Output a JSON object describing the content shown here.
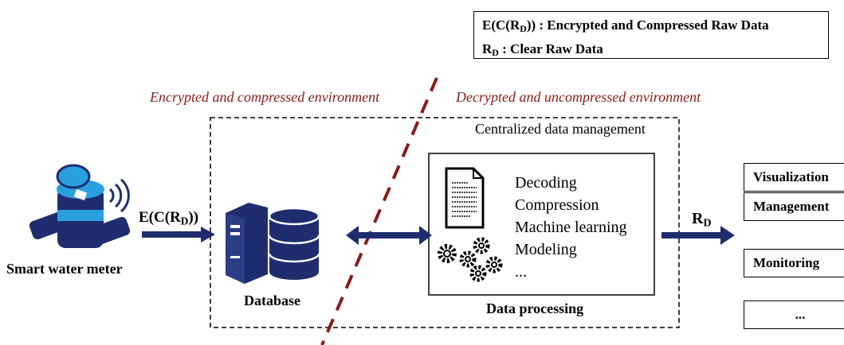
{
  "legend": {
    "line1_prefix": "E(C(R",
    "line1_sub": "D",
    "line1_suffix": ")) : Encrypted and Compressed Raw Data",
    "line2_prefix": "R",
    "line2_sub": "D",
    "line2_suffix": " : Clear Raw Data"
  },
  "environments": {
    "left": "Encrypted and compressed environment",
    "right": "Decrypted and uncompressed environment"
  },
  "centralized_label": "Centralized data management",
  "meter_label": "Smart water meter",
  "arrow_in": {
    "prefix": "E(C(R",
    "sub": "D",
    "suffix": "))"
  },
  "arrow_out": {
    "prefix": "R",
    "sub": "D"
  },
  "database_label": "Database",
  "processing": {
    "items": [
      "Decoding",
      "Compression",
      "Machine learning",
      "Modeling",
      "..."
    ],
    "label": "Data processing"
  },
  "outputs": [
    "Visualization",
    "Management",
    "Monitoring",
    "..."
  ],
  "colors": {
    "navy": "#1f2d6e",
    "dark_red": "#8b1a1a",
    "meter_blue": "#2a9fe0"
  }
}
